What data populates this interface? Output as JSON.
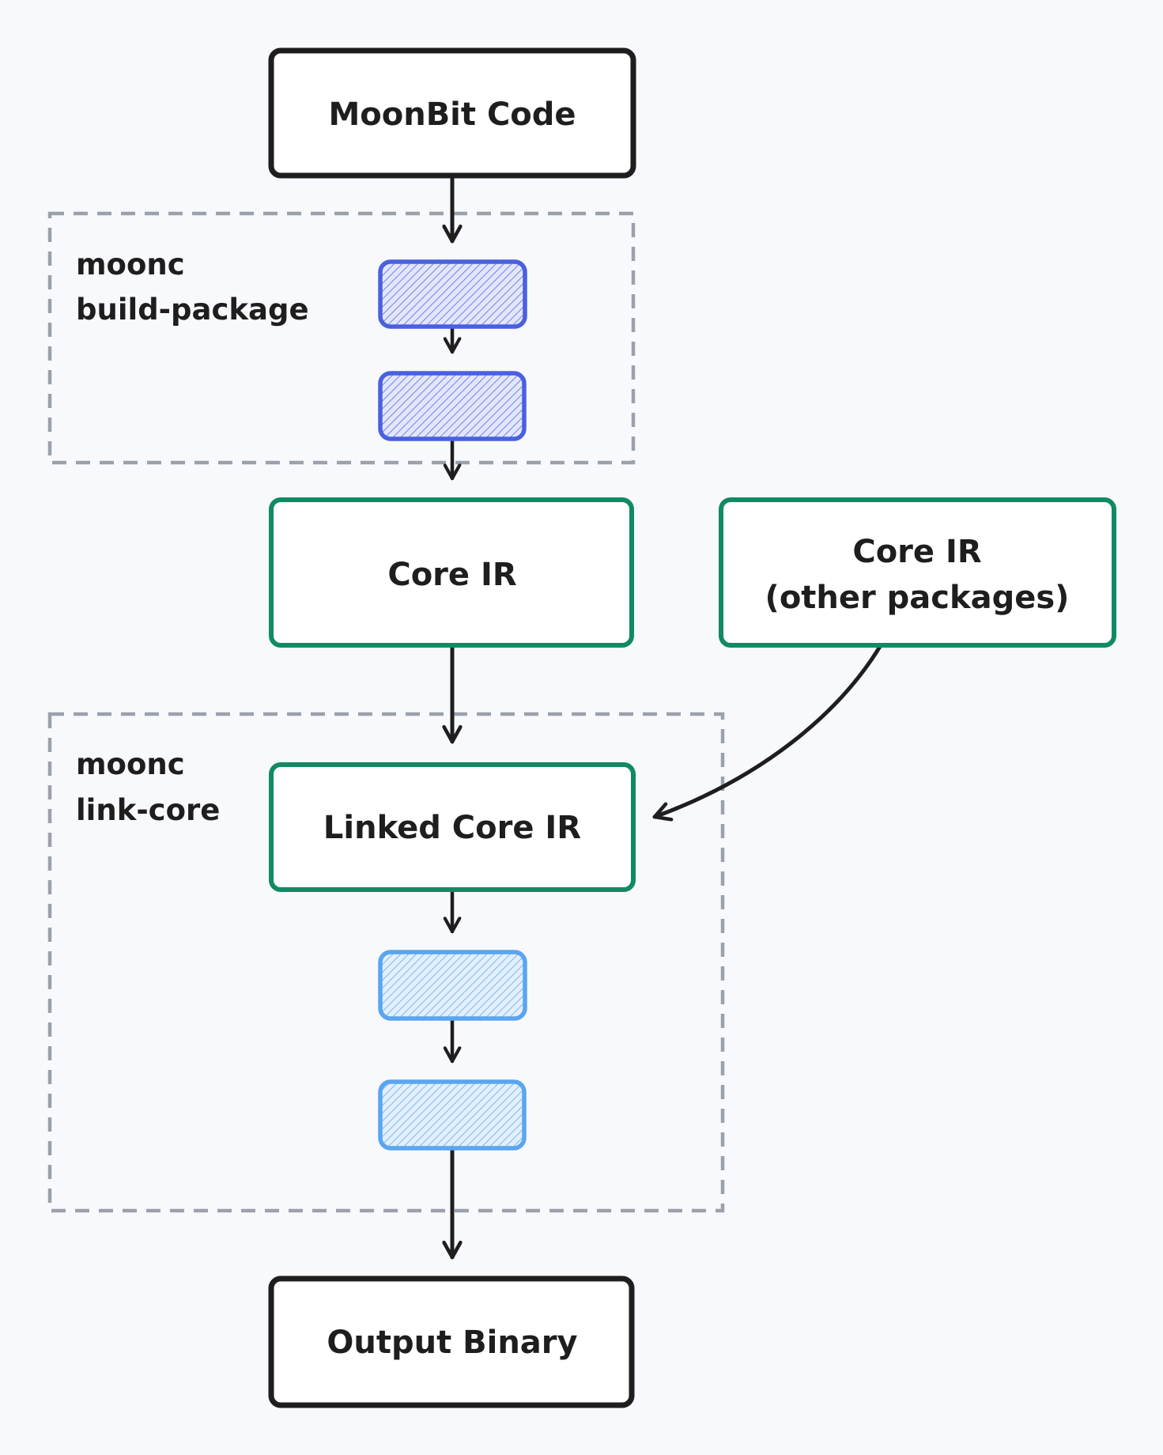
{
  "nodes": {
    "source": {
      "label": "MoonBit Code"
    },
    "core_ir": {
      "label": "Core IR"
    },
    "core_ir_other": {
      "line1": "Core IR",
      "line2": "(other packages)"
    },
    "linked_core_ir": {
      "label": "Linked Core IR"
    },
    "output": {
      "label": "Output Binary"
    }
  },
  "groups": {
    "build_package": {
      "line1": "moonc",
      "line2": "build-package"
    },
    "link_core": {
      "line1": "moonc",
      "line2": "link-core"
    }
  },
  "colors": {
    "background": "#f8f9fc",
    "ink": "#1e1e1e",
    "group_border": "#9ba1ab",
    "core_ir_border": "#108a64",
    "build_stage_border": "#4a60de",
    "link_stage_border": "#5aa5ef"
  }
}
